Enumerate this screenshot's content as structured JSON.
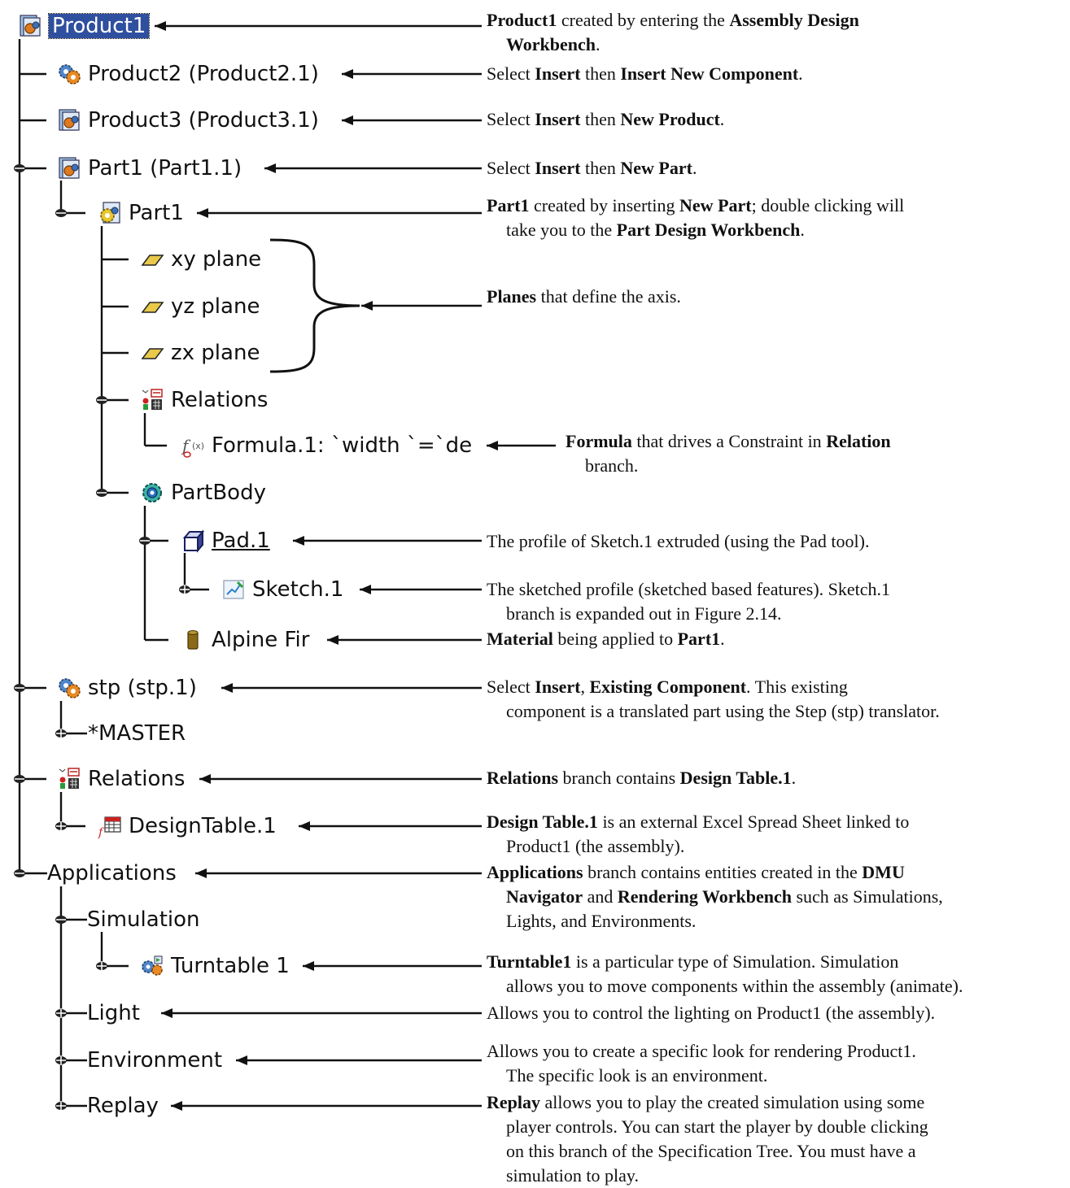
{
  "colors": {
    "selection": "#2f4f9f",
    "plane": "#e8c94a",
    "text": "#111111"
  },
  "tree": [
    {
      "id": "product1",
      "label": "Product1",
      "icon": "product-icon",
      "selected": true
    },
    {
      "id": "product2",
      "label": "Product2 (Product2.1)",
      "icon": "component-gear-icon"
    },
    {
      "id": "product3",
      "label": "Product3 (Product3.1)",
      "icon": "product-icon"
    },
    {
      "id": "part1-inst",
      "label": "Part1 (Part1.1)",
      "icon": "product-icon"
    },
    {
      "id": "part1",
      "label": "Part1",
      "icon": "part-icon"
    },
    {
      "id": "xy",
      "label": "xy plane",
      "icon": "plane-icon"
    },
    {
      "id": "yz",
      "label": "yz plane",
      "icon": "plane-icon"
    },
    {
      "id": "zx",
      "label": "zx plane",
      "icon": "plane-icon"
    },
    {
      "id": "relations1",
      "label": "Relations",
      "icon": "relations-icon"
    },
    {
      "id": "formula",
      "label": "Formula.1: `width `=`de",
      "icon": "formula-icon"
    },
    {
      "id": "partbody",
      "label": "PartBody",
      "icon": "body-gear-icon"
    },
    {
      "id": "pad",
      "label": "Pad.1",
      "icon": "pad-icon"
    },
    {
      "id": "sketch",
      "label": "Sketch.1",
      "icon": "sketch-icon"
    },
    {
      "id": "material",
      "label": "Alpine Fir",
      "icon": "material-icon"
    },
    {
      "id": "stp",
      "label": "stp (stp.1)",
      "icon": "component-gear-icon"
    },
    {
      "id": "master",
      "label": "*MASTER",
      "icon": ""
    },
    {
      "id": "relations2",
      "label": "Relations",
      "icon": "relations-icon"
    },
    {
      "id": "designtable",
      "label": "DesignTable.1",
      "icon": "design-table-icon"
    },
    {
      "id": "applications",
      "label": "Applications",
      "icon": ""
    },
    {
      "id": "simulation",
      "label": "Simulation",
      "icon": ""
    },
    {
      "id": "turntable",
      "label": "Turntable 1",
      "icon": "simulation-icon"
    },
    {
      "id": "light",
      "label": "Light",
      "icon": ""
    },
    {
      "id": "environment",
      "label": "Environment",
      "icon": ""
    },
    {
      "id": "replay",
      "label": "Replay",
      "icon": ""
    }
  ],
  "annotations": [
    {
      "id": "product1",
      "lines": [
        [
          {
            "t": "Product1",
            "b": true
          },
          {
            "t": " created by entering the "
          },
          {
            "t": "Assembly Design",
            "b": true
          }
        ],
        [
          {
            "t": "Workbench",
            "b": true
          },
          {
            "t": "."
          }
        ]
      ]
    },
    {
      "id": "product2",
      "lines": [
        [
          {
            "t": "Select "
          },
          {
            "t": "Insert",
            "b": true
          },
          {
            "t": " then "
          },
          {
            "t": "Insert New Component",
            "b": true
          },
          {
            "t": "."
          }
        ]
      ]
    },
    {
      "id": "product3",
      "lines": [
        [
          {
            "t": "Select "
          },
          {
            "t": "Insert",
            "b": true
          },
          {
            "t": " then "
          },
          {
            "t": "New Product",
            "b": true
          },
          {
            "t": "."
          }
        ]
      ]
    },
    {
      "id": "part1-inst",
      "lines": [
        [
          {
            "t": "Select "
          },
          {
            "t": "Insert",
            "b": true
          },
          {
            "t": " then "
          },
          {
            "t": "New Part",
            "b": true
          },
          {
            "t": "."
          }
        ]
      ]
    },
    {
      "id": "part1",
      "lines": [
        [
          {
            "t": "Part1",
            "b": true
          },
          {
            "t": " created by inserting "
          },
          {
            "t": "New Part",
            "b": true
          },
          {
            "t": "; double clicking will"
          }
        ],
        [
          {
            "t": "take you to the "
          },
          {
            "t": "Part Design Workbench",
            "b": true
          },
          {
            "t": "."
          }
        ]
      ]
    },
    {
      "id": "planes",
      "lines": [
        [
          {
            "t": "Planes",
            "b": true
          },
          {
            "t": " that define the axis."
          }
        ]
      ]
    },
    {
      "id": "formula",
      "lines": [
        [
          {
            "t": "Formula",
            "b": true
          },
          {
            "t": " that drives a Constraint in "
          },
          {
            "t": "Relation",
            "b": true
          }
        ],
        [
          {
            "t": "branch."
          }
        ]
      ]
    },
    {
      "id": "pad",
      "lines": [
        [
          {
            "t": "The profile of Sketch.1 extruded (using the Pad tool)."
          }
        ]
      ]
    },
    {
      "id": "sketch",
      "lines": [
        [
          {
            "t": "The sketched profile (sketched based features).  Sketch.1"
          }
        ],
        [
          {
            "t": "branch is expanded out in Figure 2.14."
          }
        ]
      ]
    },
    {
      "id": "material",
      "lines": [
        [
          {
            "t": "Material",
            "b": true
          },
          {
            "t": " being applied to "
          },
          {
            "t": "Part1",
            "b": true
          },
          {
            "t": "."
          }
        ]
      ]
    },
    {
      "id": "stp",
      "lines": [
        [
          {
            "t": "Select "
          },
          {
            "t": "Insert",
            "b": true
          },
          {
            "t": ", "
          },
          {
            "t": "Existing Component",
            "b": true
          },
          {
            "t": ".  This existing"
          }
        ],
        [
          {
            "t": "component is a translated part using the Step (stp) translator."
          }
        ]
      ]
    },
    {
      "id": "relations2",
      "lines": [
        [
          {
            "t": "Relations",
            "b": true
          },
          {
            "t": " branch contains "
          },
          {
            "t": "Design Table.1",
            "b": true
          },
          {
            "t": "."
          }
        ]
      ]
    },
    {
      "id": "designtable",
      "lines": [
        [
          {
            "t": "Design Table.1",
            "b": true
          },
          {
            "t": " is an external Excel Spread Sheet linked to"
          }
        ],
        [
          {
            "t": "Product1 (the assembly)."
          }
        ]
      ]
    },
    {
      "id": "applications",
      "lines": [
        [
          {
            "t": "Applications",
            "b": true
          },
          {
            "t": " branch contains entities created in the "
          },
          {
            "t": "DMU",
            "b": true
          }
        ],
        [
          {
            "t": "Navigator",
            "b": true
          },
          {
            "t": " and "
          },
          {
            "t": "Rendering Workbench",
            "b": true
          },
          {
            "t": " such as Simulations,"
          }
        ],
        [
          {
            "t": "Lights, and Environments."
          }
        ]
      ]
    },
    {
      "id": "turntable",
      "lines": [
        [
          {
            "t": "Turntable1",
            "b": true
          },
          {
            "t": " is a particular type of Simulation.  Simulation"
          }
        ],
        [
          {
            "t": "allows you to move components within the assembly (animate)."
          }
        ]
      ]
    },
    {
      "id": "light",
      "lines": [
        [
          {
            "t": "Allows you to control the lighting on Product1 (the assembly)."
          }
        ]
      ]
    },
    {
      "id": "environment",
      "lines": [
        [
          {
            "t": "Allows you to create a specific look for rendering Product1."
          }
        ],
        [
          {
            "t": "The specific look is an environment."
          }
        ]
      ]
    },
    {
      "id": "replay",
      "lines": [
        [
          {
            "t": "Replay",
            "b": true
          },
          {
            "t": " allows you to play the created simulation using some"
          }
        ],
        [
          {
            "t": "player controls.  You can start the player by double clicking"
          }
        ],
        [
          {
            "t": "on this branch of the Specification Tree.  You must have a"
          }
        ],
        [
          {
            "t": "simulation to play."
          }
        ]
      ]
    }
  ]
}
